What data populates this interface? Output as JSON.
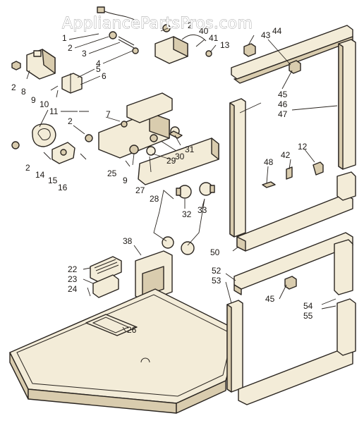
{
  "watermark": "AppliancePartsPros.com",
  "callouts": [
    "1",
    "2",
    "3",
    "4",
    "5",
    "6",
    "2",
    "7",
    "8",
    "9",
    "10",
    "11",
    "2",
    "2",
    "14",
    "15",
    "16",
    "25",
    "9",
    "27",
    "28",
    "29",
    "30",
    "31",
    "40",
    "2",
    "41",
    "13",
    "32",
    "33",
    "38",
    "22",
    "23",
    "24",
    "26",
    "43",
    "44",
    "45",
    "46",
    "47",
    "48",
    "42",
    "12",
    "50",
    "52",
    "53",
    "45",
    "54",
    "55"
  ],
  "colors": {
    "line": "#2a2520",
    "fill": "#f3ecd8",
    "accent": "#d9ccae"
  }
}
